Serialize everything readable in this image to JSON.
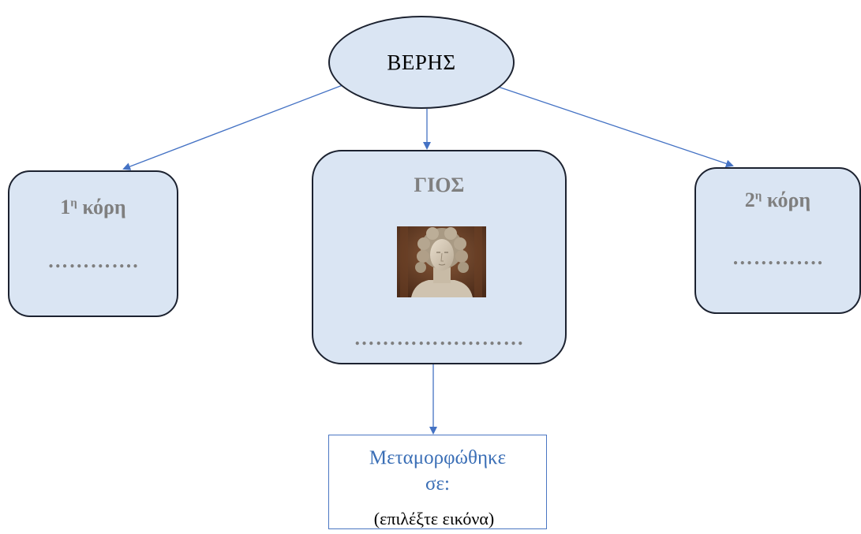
{
  "diagram": {
    "root": {
      "label": "ΒΕΡΗΣ"
    },
    "left": {
      "title": "1",
      "title_sup": "η",
      "title_rest": " κόρη",
      "blank": "…………."
    },
    "center": {
      "title": "ΓΙΟΣ",
      "blank": "……………………"
    },
    "right": {
      "title": "2",
      "title_sup": "η",
      "title_rest": " κόρη",
      "blank": "…………."
    },
    "result": {
      "line1": "Μεταμορφώθηκε",
      "line2": "σε:"
    },
    "caption": "(επιλέξτε εικόνα)"
  },
  "colors": {
    "node_fill": "#dae5f3",
    "node_border": "#1c2230",
    "arrow": "#4472c4",
    "muted_text": "#7f7f7f",
    "result_text": "#3b6fb6"
  }
}
